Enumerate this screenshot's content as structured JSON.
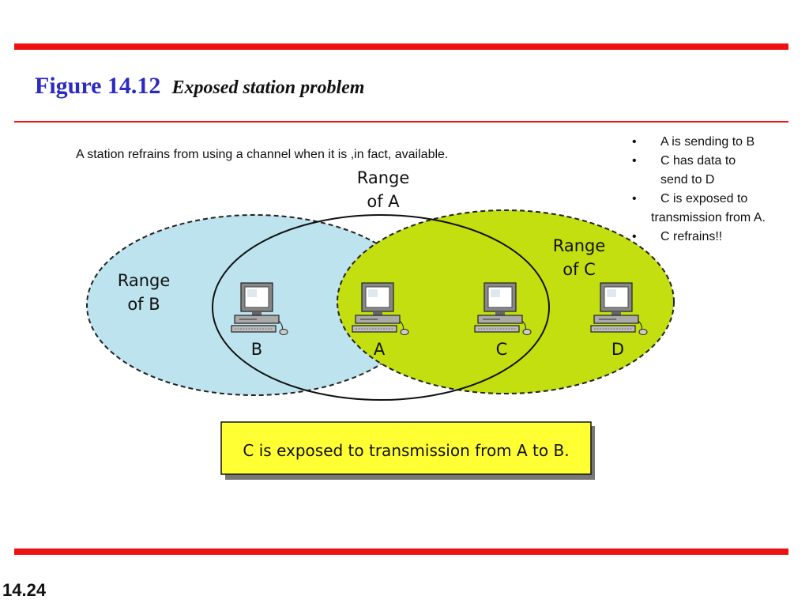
{
  "header": {
    "figure_label": "Figure 14.12",
    "figure_title": "Exposed station problem"
  },
  "caption": "A station refrains from using a channel when it is ,in fact, available.",
  "bullets": [
    {
      "line1": "A is sending to B"
    },
    {
      "line1": "C has data to",
      "line2": "send to D"
    },
    {
      "line1": "C is exposed to",
      "line2": "transmission  from A."
    },
    {
      "line1": "C refrains!!"
    }
  ],
  "diagram": {
    "range_a": [
      "Range",
      "of A"
    ],
    "range_b": [
      "Range",
      "of B"
    ],
    "range_c": [
      "Range",
      "of C"
    ],
    "stations": [
      "B",
      "A",
      "C",
      "D"
    ],
    "note": "C is exposed to transmission from A to B.",
    "colors": {
      "range_b_fill": "#bde3ee",
      "range_c_fill": "#c3df10",
      "note_fill": "#ffff33"
    }
  },
  "footer": {
    "slide_number": "14.24"
  }
}
